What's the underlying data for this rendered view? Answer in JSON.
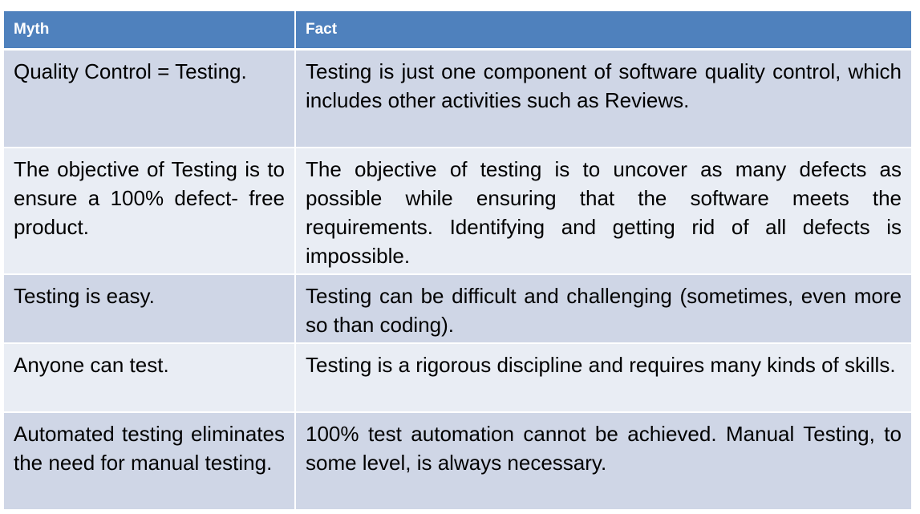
{
  "table": {
    "headers": {
      "myth": "Myth",
      "fact": "Fact"
    },
    "rows": [
      {
        "myth": "Quality Control = Testing.",
        "fact": "Testing is just one component of software quality control, which includes other activities such as Reviews."
      },
      {
        "myth": "The objective of Testing is to ensure a 100% defect- free product.",
        "fact": "The objective of testing is to uncover as many defects as possible while ensuring that the software meets the requirements. Identifying and getting rid of all defects is impossible."
      },
      {
        "myth": "Testing is easy.",
        "fact": "Testing can be difficult and challenging (sometimes, even more so than coding)."
      },
      {
        "myth": "Anyone can test.",
        "fact": "Testing is a rigorous discipline and requires many kinds of skills."
      },
      {
        "myth": "Automated testing eliminates the need for manual testing.",
        "fact": "100% test automation cannot be achieved. Manual Testing, to some level, is always necessary."
      }
    ]
  }
}
